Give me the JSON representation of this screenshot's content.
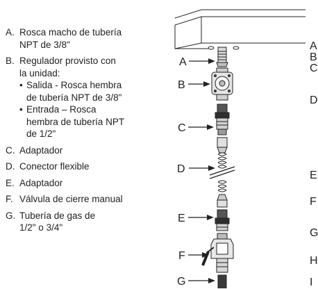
{
  "legend": [
    {
      "letter": "A.",
      "lines": [
        "Rosca macho de tubería",
        "NPT de 3/8\""
      ]
    },
    {
      "letter": "B.",
      "lines": [
        "Regulador provisto con",
        "la unidad:"
      ],
      "subs": [
        {
          "bullet": "•",
          "lines": [
            "Salida - Rosca hembra",
            "de tubería NPT de 3/8\""
          ]
        },
        {
          "bullet": "•",
          "lines": [
            "Entrada – Rosca",
            "hembra de tubería NPT",
            "de 1/2\""
          ]
        }
      ]
    },
    {
      "letter": "C.",
      "lines": [
        "Adaptador"
      ]
    },
    {
      "letter": "D.",
      "lines": [
        "Conector flexible"
      ]
    },
    {
      "letter": "E.",
      "lines": [
        "Adaptador"
      ]
    },
    {
      "letter": "F.",
      "lines": [
        "Válvula de cierre manual"
      ]
    },
    {
      "letter": "G.",
      "lines": [
        "Tubería de gas de",
        "1/2\" o 3/4\""
      ]
    }
  ],
  "callouts": [
    "A",
    "B",
    "C",
    "D",
    "E",
    "F",
    "G"
  ],
  "right_column": [
    "A",
    "B",
    "C",
    "D",
    "E",
    "F",
    "G",
    "H",
    "I"
  ]
}
